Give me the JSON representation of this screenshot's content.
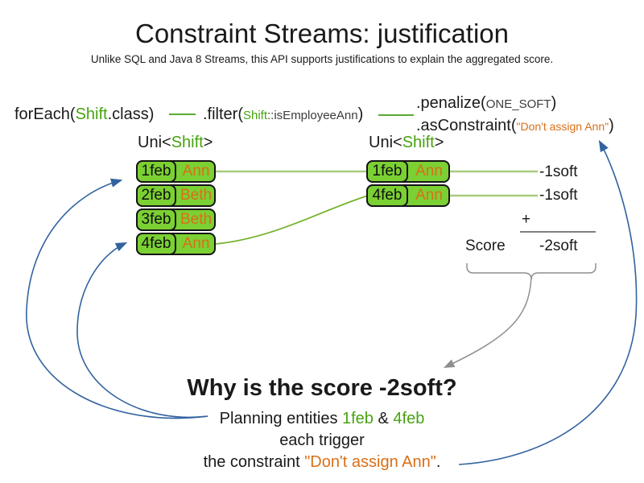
{
  "slide": {
    "title": "Constraint Streams: justification",
    "subtitle": "Unlike SQL and Java 8 Streams, this API supports justifications to explain the aggregated score."
  },
  "code": {
    "foreach": {
      "pre": "forEach(",
      "class_token": "Shift",
      "post": ".class)"
    },
    "filter": {
      "pre": ".filter(",
      "arg_class": "Shift",
      "arg_rest": "::isEmployeeAnn",
      "post": ")"
    },
    "penalize": {
      "pre": ".penalize(",
      "arg": "ONE_SOFT",
      "post": ")"
    },
    "as_constraint": {
      "pre": ".asConstraint(",
      "arg": "\"Don't assign Ann\"",
      "post": ")"
    }
  },
  "left_stream": {
    "type_label": {
      "pre": "Uni<",
      "type": "Shift",
      "post": ">"
    },
    "rows": [
      {
        "date": "1feb",
        "name": "Ann"
      },
      {
        "date": "2feb",
        "name": "Beth"
      },
      {
        "date": "3feb",
        "name": "Beth"
      },
      {
        "date": "4feb",
        "name": "Ann"
      }
    ]
  },
  "right_stream": {
    "type_label": {
      "pre": "Uni<",
      "type": "Shift",
      "post": ">"
    },
    "rows": [
      {
        "date": "1feb",
        "name": "Ann"
      },
      {
        "date": "4feb",
        "name": "Ann"
      }
    ]
  },
  "scores": {
    "per_match": [
      "-1soft",
      "-1soft"
    ],
    "plus_sign": "+",
    "score_label": "Score",
    "total": "-2soft"
  },
  "explanation": {
    "heading": "Why is the score -2soft?",
    "line1_pre": "Planning entities ",
    "line1_entity1": "1feb",
    "line1_mid": " & ",
    "line1_entity2": "4feb",
    "line2": "each trigger",
    "line3_pre": "the constraint ",
    "line3_quote": "\"Don't assign Ann\"",
    "line3_post": "."
  },
  "colors": {
    "green_box": "#7bd033",
    "green_text": "#47a310",
    "orange_text": "#d96f17",
    "blue_arrow": "#31639f",
    "gray_arrow": "#8f8f8f",
    "light_green_line": "#a8cb7e",
    "mid_green_line": "#74b32d",
    "dash_green": "#5baa32"
  }
}
